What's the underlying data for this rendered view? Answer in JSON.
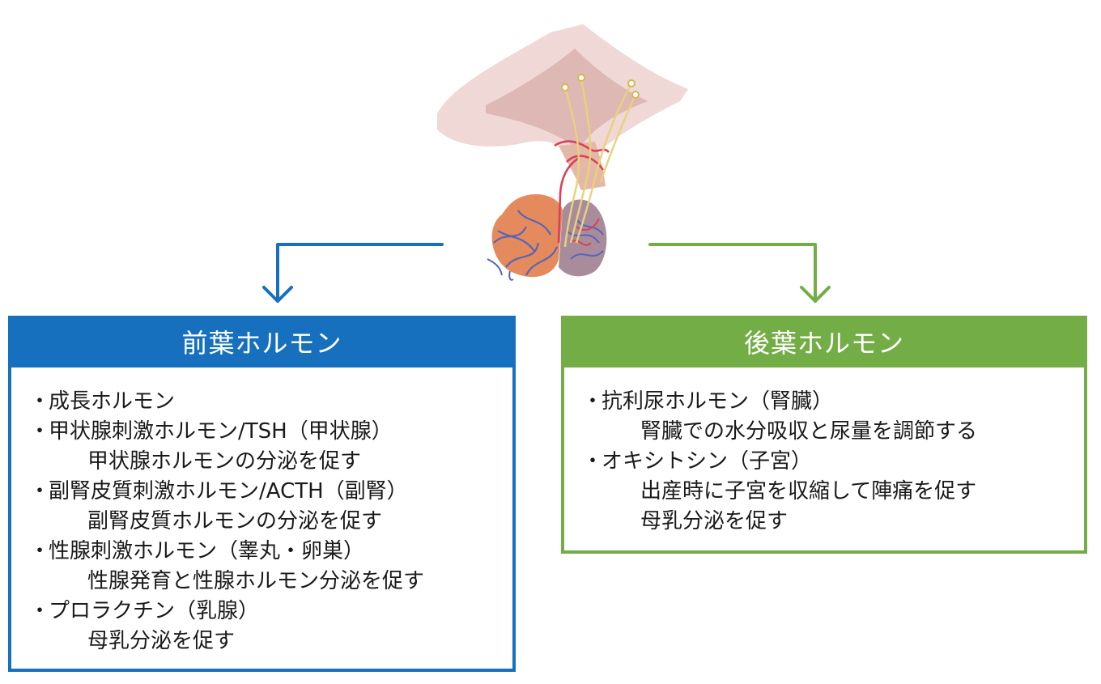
{
  "colors": {
    "anterior": "#1670be",
    "posterior": "#72ad46",
    "gland": "#e58a5c",
    "vessel_blue": "#5566b8",
    "vessel_red": "#d9415a",
    "nerve": "#e9d27a",
    "brain_tissue": "#e6c9c6"
  },
  "anterior": {
    "title": "前葉ホルモン",
    "items": [
      {
        "label": "成長ホルモン",
        "details": []
      },
      {
        "label": "甲状腺刺激ホルモン/TSH（甲状腺）",
        "details": [
          "甲状腺ホルモンの分泌を促す"
        ]
      },
      {
        "label": "副腎皮質刺激ホルモン/ACTH（副腎）",
        "details": [
          "副腎皮質ホルモンの分泌を促す"
        ]
      },
      {
        "label": "性腺刺激ホルモン（睾丸・卵巣）",
        "details": [
          "性腺発育と性腺ホルモン分泌を促す"
        ]
      },
      {
        "label": "プロラクチン（乳腺）",
        "details": [
          "母乳分泌を促す"
        ]
      }
    ]
  },
  "posterior": {
    "title": "後葉ホルモン",
    "items": [
      {
        "label": "抗利尿ホルモン（腎臓）",
        "details": [
          "腎臓での水分吸収と尿量を調節する"
        ]
      },
      {
        "label": "オキシトシン（子宮）",
        "details": [
          "出産時に子宮を収縮して陣痛を促す",
          "母乳分泌を促す"
        ]
      }
    ]
  }
}
